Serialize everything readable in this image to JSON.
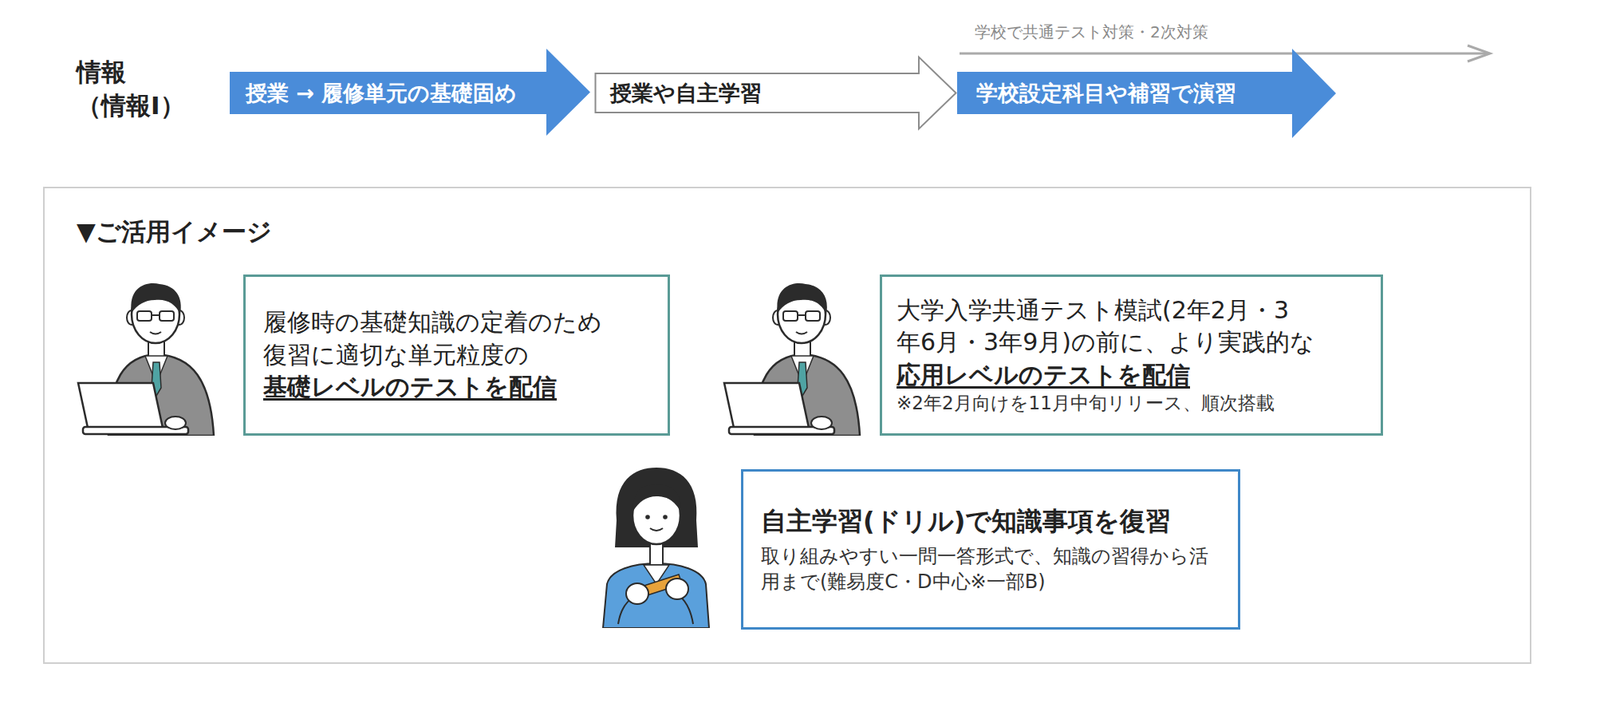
{
  "diagram": {
    "nodes": [
      {
        "text": [
          "授業 → 履修単元の基礎固め"
        ]
      },
      {
        "text": [
          "授業や自主学習"
        ]
      },
      {
        "text": [
          "学校設定科目や補習で演習"
        ]
      },
      {
        "text": [
          "▼ご活用イメージ"
        ]
      },
      {
        "text": [
          "履修時の基礎知識の定着のため 復習に適切な単元粒度の",
          "基礎レベルのテストを配信"
        ],
        "in": 3
      },
      {
        "text": [
          "大学入学共通テスト模試(2年2月・3 年6月・3年9月)の前に、より実践的な",
          "応用レベルのテストを配信",
          "※2年2月向けを11月中旬リリース、順次搭載"
        ],
        "in": 3
      },
      {
        "text": [
          "自主学習(ドリル)で知識事項を復習",
          "取り組みやすい一問一答形式で、知識の習得から活 用まで(難易度C・D中心※一部B)"
        ],
        "in": 3
      }
    ],
    "labels": [
      "情報 （情報Ⅰ）",
      "学校で共通テスト対策・2次対策"
    ]
  }
}
